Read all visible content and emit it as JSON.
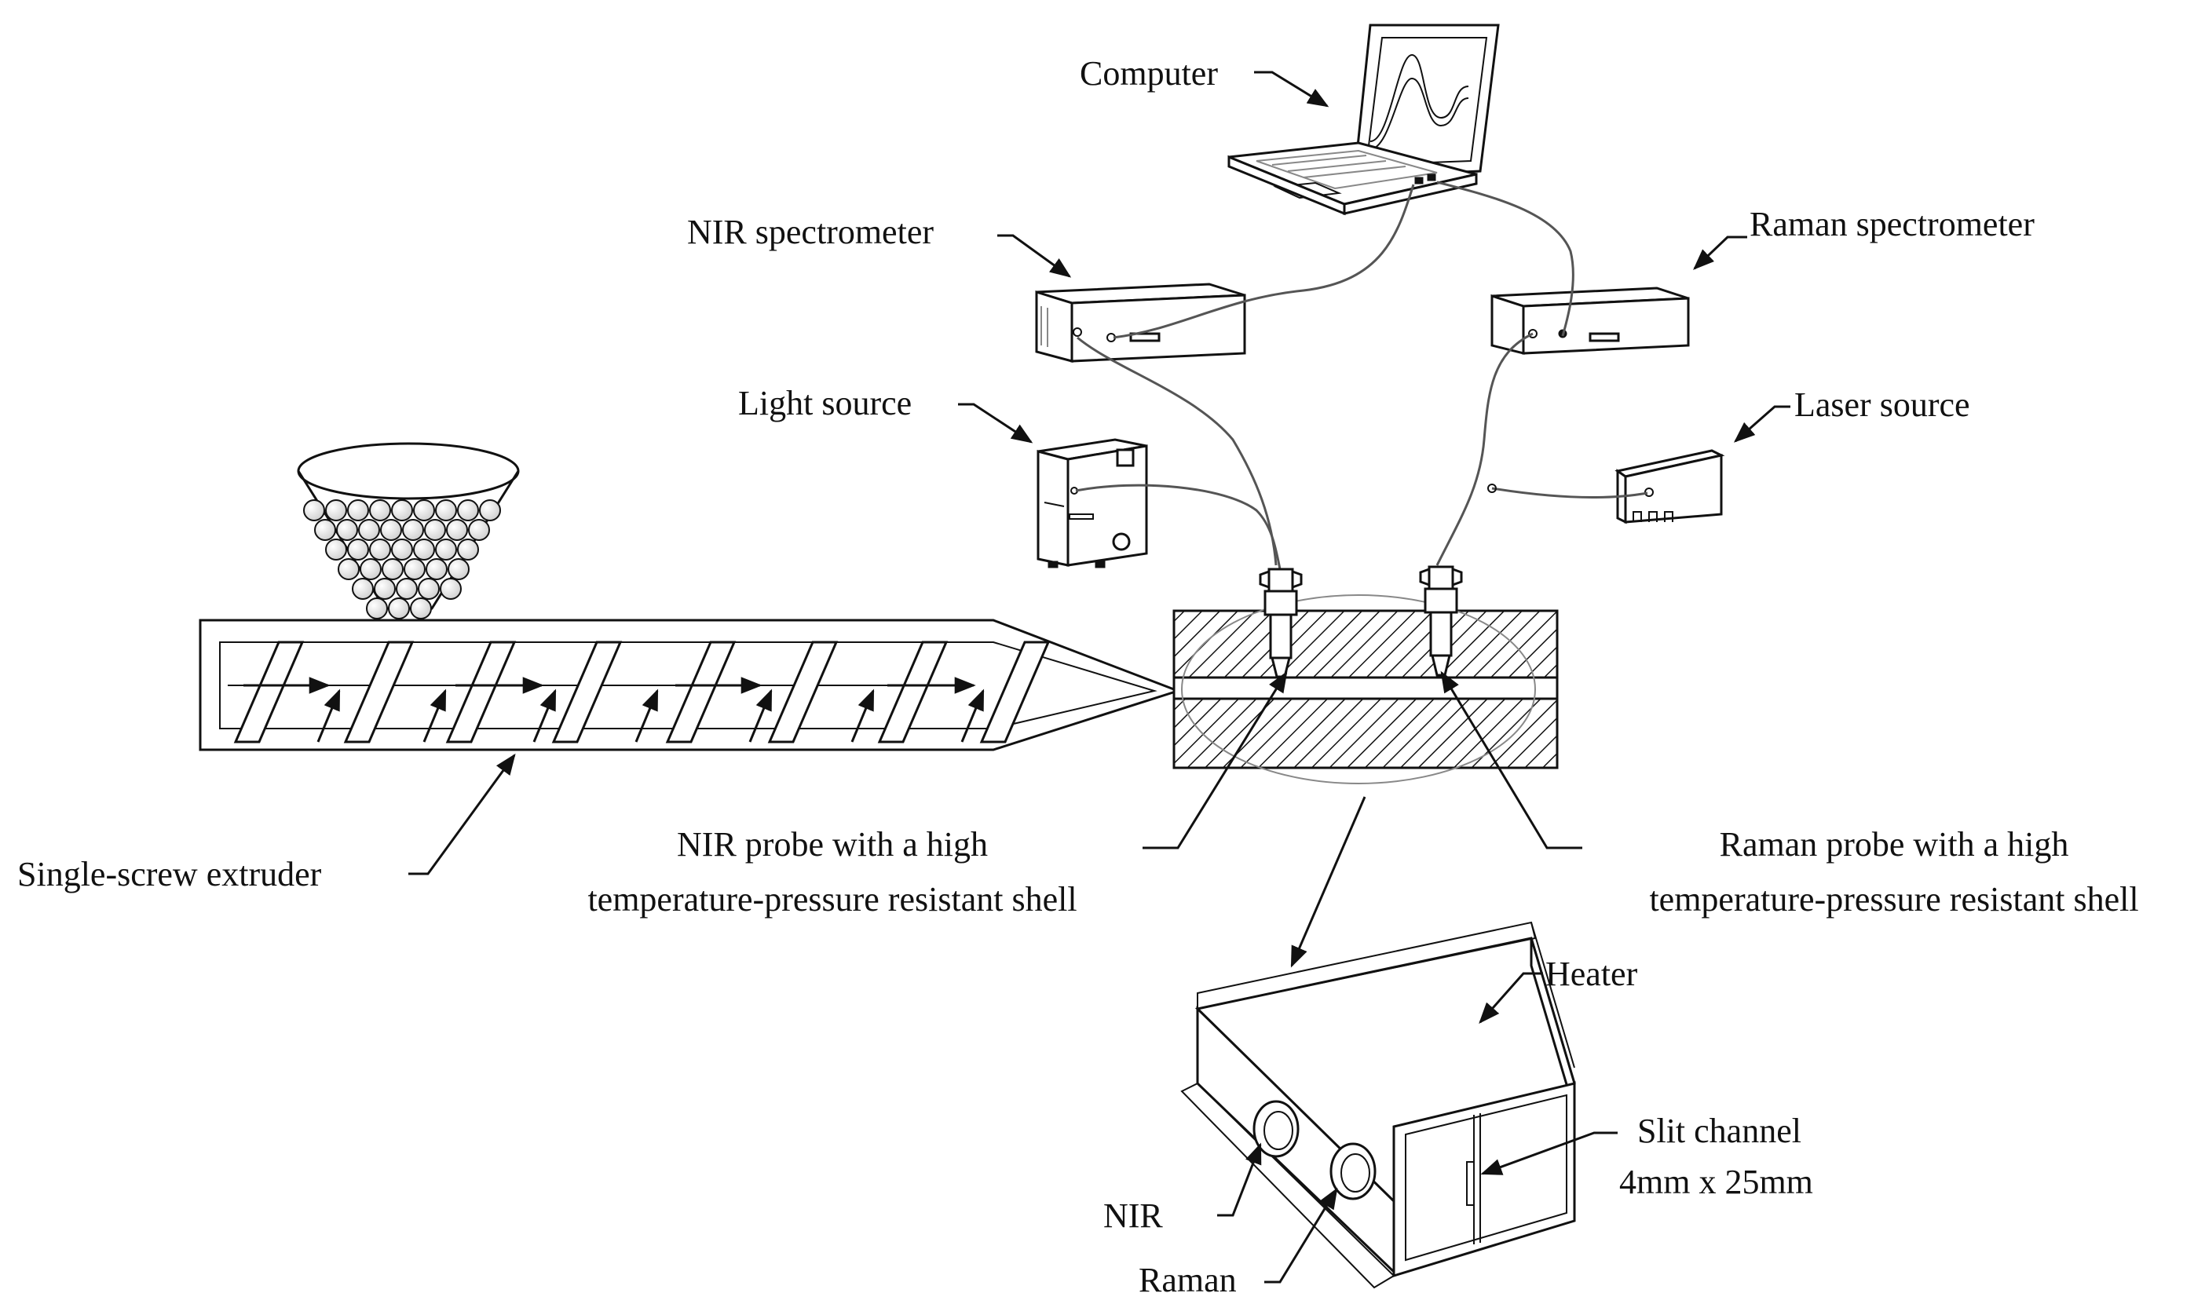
{
  "labels": {
    "computer": "Computer",
    "nir_spectrometer": "NIR spectrometer",
    "raman_spectrometer": "Raman spectrometer",
    "light_source": "Light source",
    "laser_source": "Laser source",
    "extruder": "Single-screw extruder",
    "nir_probe_line1": "NIR probe with a high",
    "nir_probe_line2": "temperature-pressure resistant shell",
    "raman_probe_line1": "Raman probe with a high",
    "raman_probe_line2": "temperature-pressure resistant shell",
    "heater": "Heater",
    "slit_line1": "Slit channel",
    "slit_line2": "4mm x 25mm",
    "nir_port": "NIR",
    "raman_port": "Raman"
  }
}
